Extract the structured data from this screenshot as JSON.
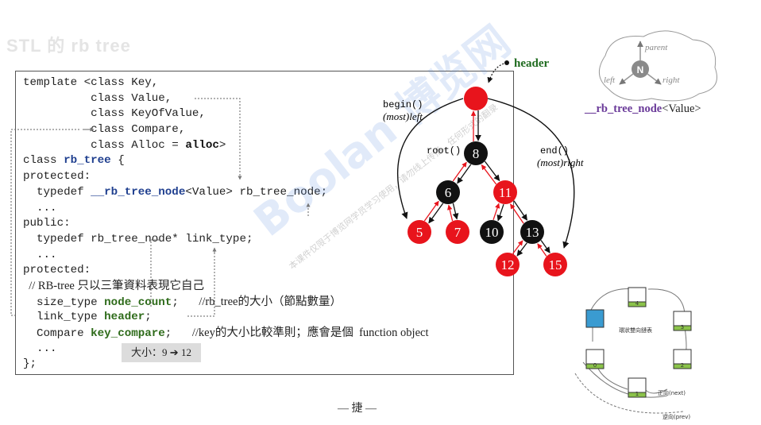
{
  "ghost_title": "STL 的 rb tree",
  "code_lines": [
    [
      {
        "t": "template <class Key,"
      }
    ],
    [
      {
        "t": "          class Value,"
      }
    ],
    [
      {
        "t": "          class KeyOfValue,"
      }
    ],
    [
      {
        "t": "          class Compare,"
      }
    ],
    [
      {
        "t": "          class Alloc = "
      },
      {
        "t": "alloc",
        "c": "kw-k"
      },
      {
        "t": ">"
      }
    ],
    [
      {
        "t": "class "
      },
      {
        "t": "rb_tree",
        "c": "kw-b"
      },
      {
        "t": " {"
      }
    ],
    [
      {
        "t": "protected:"
      }
    ],
    [
      {
        "t": "  typedef "
      },
      {
        "t": "__rb_tree_node",
        "c": "kw-b"
      },
      {
        "t": "<Value> rb_tree_node;"
      }
    ],
    [
      {
        "t": "  ..."
      }
    ],
    [
      {
        "t": "public:"
      }
    ],
    [
      {
        "t": "  typedef rb_tree_node* link_type;"
      }
    ],
    [
      {
        "t": "  ..."
      }
    ],
    [
      {
        "t": "protected:"
      }
    ],
    [
      {
        "t": "  // RB-tree 只以三筆資料表現它自己",
        "c": "cmt"
      }
    ],
    [
      {
        "t": "  size_type "
      },
      {
        "t": "node_count",
        "c": "kw-g"
      },
      {
        "t": ";   "
      },
      {
        "t": "//rb_tree的大小（節點數量）",
        "c": "cmt"
      }
    ],
    [
      {
        "t": "  link_type "
      },
      {
        "t": "header",
        "c": "kw-g"
      },
      {
        "t": ";"
      }
    ],
    [
      {
        "t": "  Compare "
      },
      {
        "t": "key_compare",
        "c": "kw-g"
      },
      {
        "t": ";   "
      },
      {
        "t": "//key的大小比較準則；應會是個  function object",
        "c": "cmt"
      }
    ],
    [
      {
        "t": "  ..."
      }
    ],
    [
      {
        "t": "};"
      }
    ]
  ],
  "size_note": "大小：9 ➔ 12",
  "watermark": "Boolan 博览网",
  "watermark_sub": "本课件仅限于博览网学员学习使用，请勿线上传播，任何形式的翻录",
  "tree": {
    "header_label": "header",
    "begin_label": "begin()",
    "begin_sub": "(most)left",
    "root_label": "root()",
    "end_label": "end()",
    "end_sub": "(most)right",
    "nodes": [
      {
        "id": "header",
        "label": "",
        "color": "red"
      },
      {
        "id": "n8",
        "label": "8",
        "color": "black"
      },
      {
        "id": "n6",
        "label": "6",
        "color": "black"
      },
      {
        "id": "n11",
        "label": "11",
        "color": "red"
      },
      {
        "id": "n5",
        "label": "5",
        "color": "red"
      },
      {
        "id": "n7",
        "label": "7",
        "color": "red"
      },
      {
        "id": "n10",
        "label": "10",
        "color": "black"
      },
      {
        "id": "n13",
        "label": "13",
        "color": "black"
      },
      {
        "id": "n12",
        "label": "12",
        "color": "red"
      },
      {
        "id": "n15",
        "label": "15",
        "color": "red"
      }
    ]
  },
  "node_diagram": {
    "center": "N",
    "parent": "parent",
    "left": "left",
    "right": "right",
    "caption_name": "__rb_tree_node",
    "caption_rest": "<Value>"
  },
  "ring_diagram": {
    "center_label": "環狀雙向鏈表",
    "next_label": "正向(next)",
    "prev_label": "逆向(prev)",
    "cells": [
      "4",
      "3",
      "2",
      "1",
      "0"
    ]
  },
  "footer": "— 捷 —",
  "colors": {
    "red": "#e8141c",
    "black": "#111111",
    "arrow_red": "#e8141c",
    "header_green": "#1f6b1f",
    "code_blue": "#1f3f8f",
    "code_green": "#2e6b1a"
  }
}
